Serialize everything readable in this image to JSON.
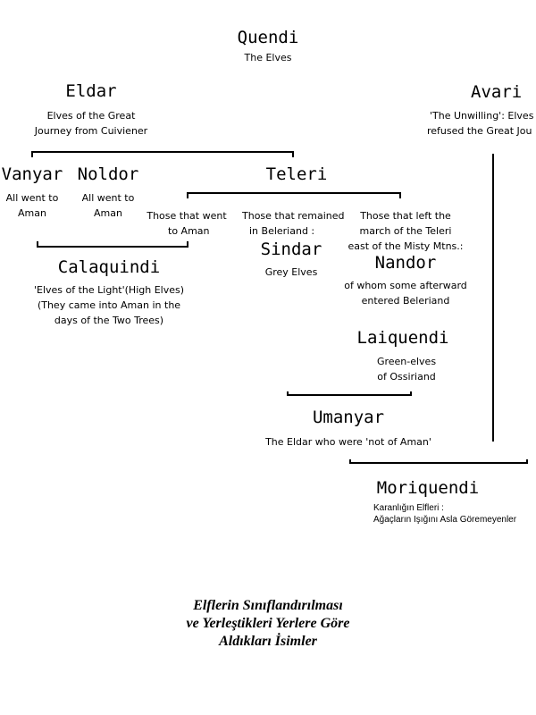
{
  "nodes": {
    "quendi": {
      "name": "Quendi",
      "desc": [
        "The Elves"
      ]
    },
    "eldar": {
      "name": "Eldar",
      "desc": [
        "Elves of the Great",
        "Journey from Cuiviener"
      ]
    },
    "avari": {
      "name": "Avari",
      "desc": [
        "'The Unwilling': Elves",
        "refused the Great Jou"
      ]
    },
    "vanyar": {
      "name": "Vanyar",
      "desc": [
        "All went to",
        "Aman"
      ]
    },
    "noldor": {
      "name": "Noldor",
      "desc": [
        "All went to",
        "Aman"
      ]
    },
    "teleri": {
      "name": "Teleri",
      "desc": []
    },
    "teleri_aman": {
      "name": "",
      "desc": [
        "Those that went",
        "to Aman"
      ]
    },
    "teleri_beleriand": {
      "name": "",
      "desc": [
        "Those that remained",
        "in Beleriand :"
      ]
    },
    "teleri_left": {
      "name": "",
      "desc": [
        "Those that left the",
        "march of the Teleri",
        "east of the Misty Mtns.:"
      ]
    },
    "sindar": {
      "name": "Sindar",
      "desc": [
        "Grey Elves"
      ]
    },
    "nandor": {
      "name": "Nandor",
      "desc": [
        "of whom some afterward",
        "entered Beleriand"
      ]
    },
    "calaquindi": {
      "name": "Calaquindi",
      "desc": [
        "'Elves of the Light'(High Elves)",
        "(They came into Aman in the",
        "days of the Two Trees)"
      ]
    },
    "laiquendi": {
      "name": "Laiquendi",
      "desc": [
        "Green-elves",
        "of Ossiriand"
      ]
    },
    "umanyar": {
      "name": "Umanyar",
      "desc": [
        "The Eldar who were 'not of Aman'"
      ]
    },
    "moriquendi": {
      "name": "Moriquendi",
      "desc": [
        "Karanlığın Elfleri :",
        "Ağaçların Işığını Asla Göremeyenler"
      ]
    }
  },
  "caption": [
    "Elflerin Sınıflandırılması",
    "ve Yerleştikleri Yerlere Göre",
    "Aldıkları İsimler"
  ]
}
